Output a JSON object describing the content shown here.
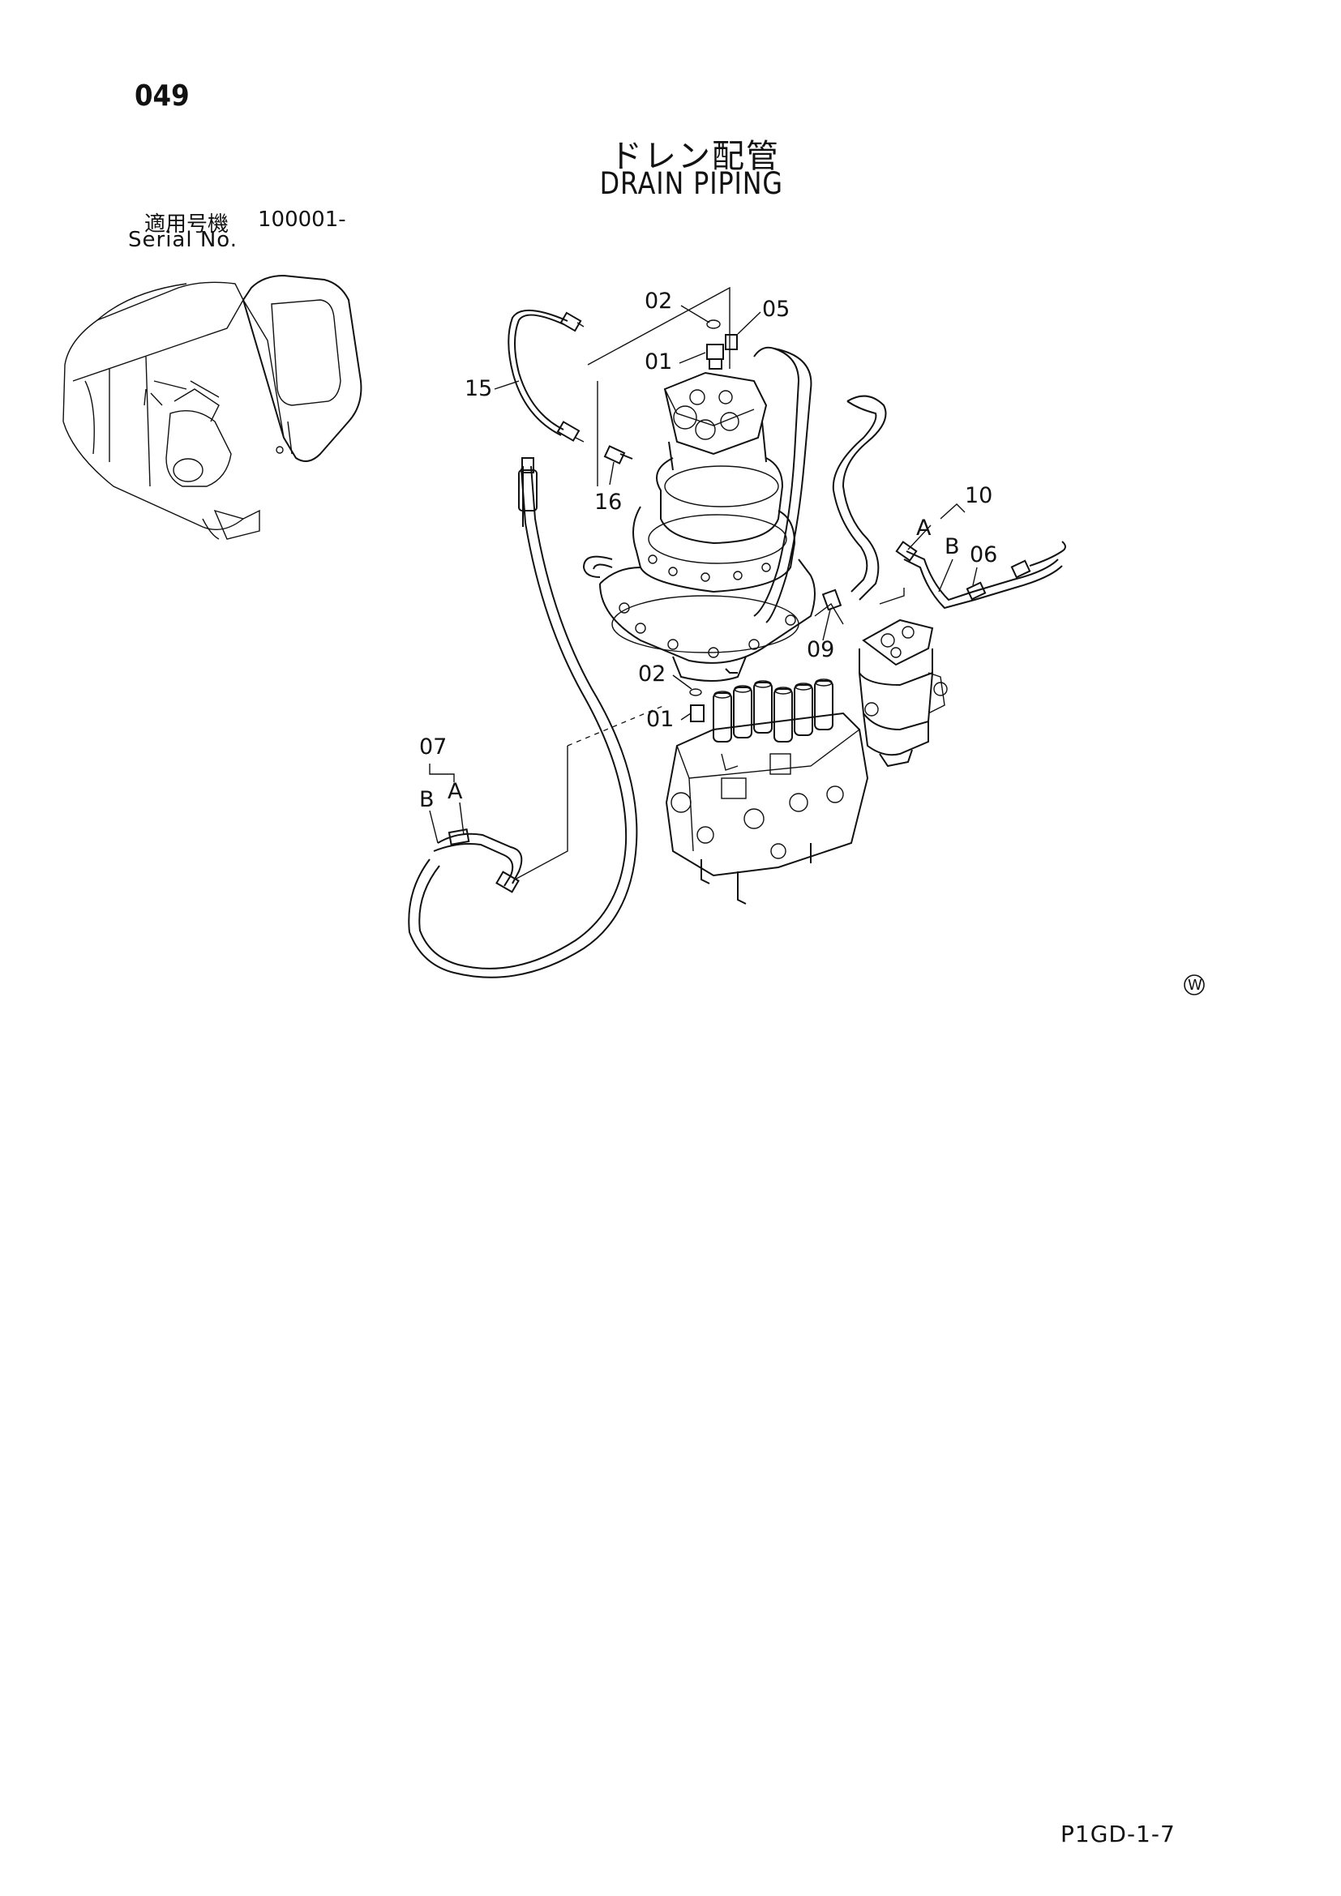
{
  "header": {
    "page_number": "049",
    "title_jp": "ドレン配管",
    "title_en": "DRAIN PIPING",
    "serial_label_jp": "適用号機",
    "serial_value": "100001-",
    "serial_label_en": "Serial No."
  },
  "callouts": {
    "c02_top": "02",
    "c05": "05",
    "c01_top": "01",
    "c15": "15",
    "c16": "16",
    "c10": "10",
    "c10_a": "A",
    "c10_b": "B",
    "c06": "06",
    "c09": "09",
    "c02_mid": "02",
    "c01_mid": "01",
    "c07": "07",
    "c07_b": "B",
    "c07_a": "A"
  },
  "watermark": "W",
  "footer": {
    "code": "P1GD-1-7"
  }
}
